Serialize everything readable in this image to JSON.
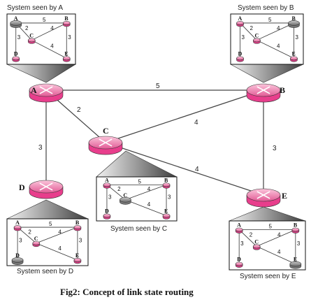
{
  "caption": "Fig2: Concept of link state routing",
  "routers": [
    {
      "id": "A",
      "label": "A"
    },
    {
      "id": "B",
      "label": "B"
    },
    {
      "id": "C",
      "label": "C"
    },
    {
      "id": "D",
      "label": "D"
    },
    {
      "id": "E",
      "label": "E"
    }
  ],
  "links": [
    {
      "from": "A",
      "to": "B",
      "weight": "5"
    },
    {
      "from": "A",
      "to": "C",
      "weight": "2"
    },
    {
      "from": "A",
      "to": "D",
      "weight": "3"
    },
    {
      "from": "C",
      "to": "B",
      "weight": "4"
    },
    {
      "from": "C",
      "to": "E",
      "weight": "4"
    },
    {
      "from": "B",
      "to": "E",
      "weight": "3"
    }
  ],
  "views": [
    {
      "router": "A",
      "title": "System seen by A"
    },
    {
      "router": "B",
      "title": "System seen by B"
    },
    {
      "router": "C",
      "title": "System seen by C"
    },
    {
      "router": "D",
      "title": "System seen by D"
    },
    {
      "router": "E",
      "title": "System seen by E"
    }
  ],
  "colors": {
    "router_body": "#e83e8c",
    "router_top": "#f7a8cc",
    "highlight_router": "#777777",
    "line": "#444444"
  }
}
